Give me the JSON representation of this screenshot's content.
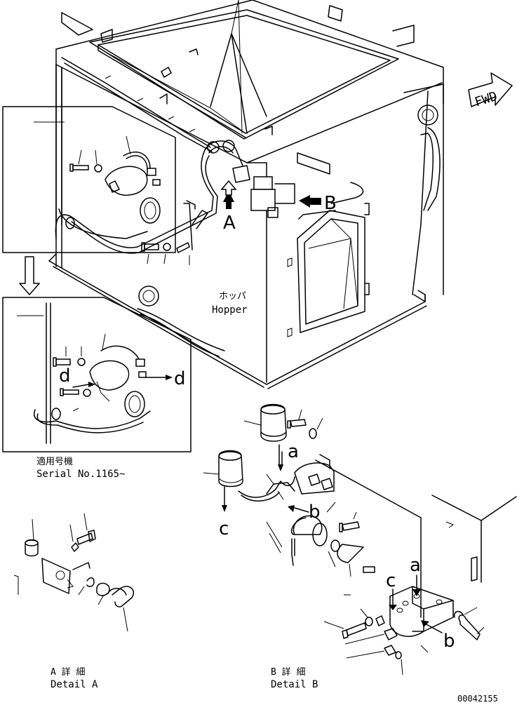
{
  "labels": {
    "fwd": "FWD",
    "view_a": "A",
    "view_b": "B",
    "hopper_jp": "ホッパ",
    "hopper_en": "Hopper",
    "serial_jp": "適用号機",
    "serial_en": "Serial No.1165~",
    "detail_a_jp": "A 詳 細",
    "detail_a_en": "Detail A",
    "detail_b_jp": "B 詳 細",
    "detail_b_en": "Detail B",
    "ref_a": "a",
    "ref_b": "b",
    "ref_c": "c",
    "ref_d": "d",
    "drawing_no": "00042155"
  }
}
